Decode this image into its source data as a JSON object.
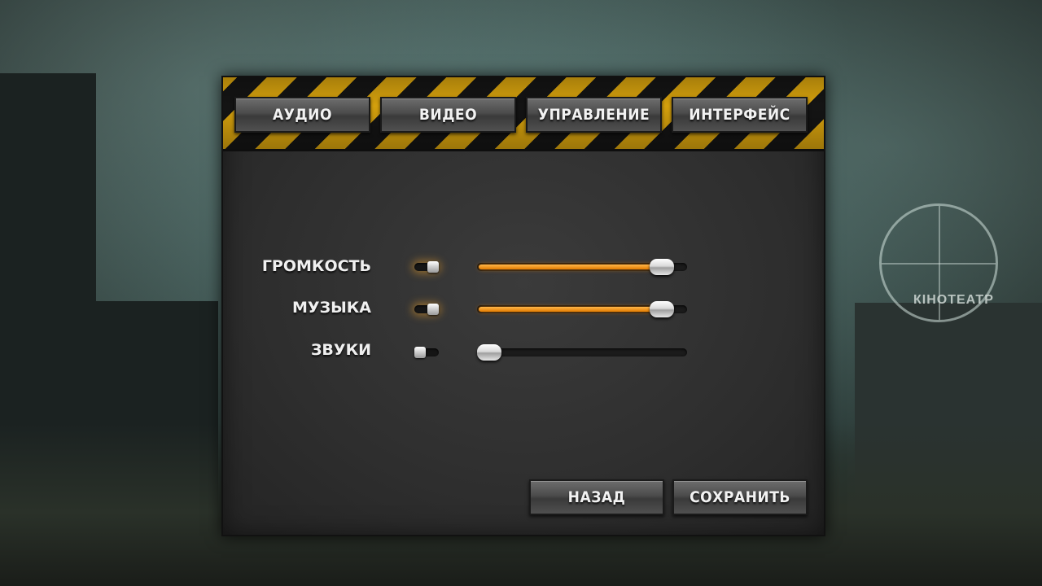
{
  "tabs": [
    {
      "label": "АУДИО",
      "active": true
    },
    {
      "label": "ВИДЕО",
      "active": false
    },
    {
      "label": "УПРАВЛЕНИЕ",
      "active": false
    },
    {
      "label": "ИНТЕРФЕЙС",
      "active": false
    }
  ],
  "settings": [
    {
      "label": "ГРОМКОСТЬ",
      "enabled": true,
      "level": 0.88
    },
    {
      "label": "МУЗЫКА",
      "enabled": true,
      "level": 0.88
    },
    {
      "label": "ЗВУКИ",
      "enabled": false,
      "level": 0.06
    }
  ],
  "buttons": {
    "back_label": "НАЗАД",
    "save_label": "СОХРАНИТЬ"
  },
  "background": {
    "sign_text": "КІНОТЕАТР"
  },
  "colors": {
    "accent": "#f08a00",
    "hazard_yellow": "#e0a90e",
    "panel": "#333333"
  }
}
